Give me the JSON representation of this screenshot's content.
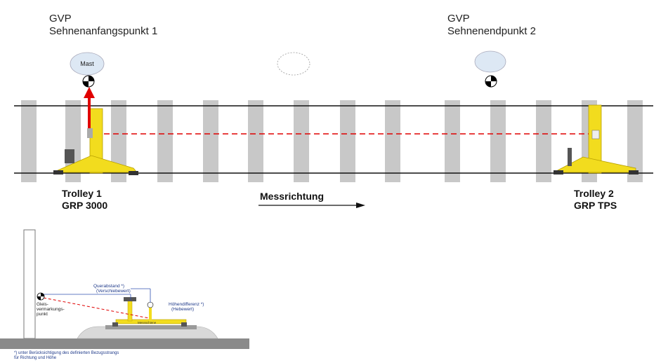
{
  "gvp_start": {
    "line1": "GVP",
    "line2": "Sehnenanfangspunkt 1"
  },
  "gvp_end": {
    "line1": "GVP",
    "line2": "Sehnenendpunkt 2"
  },
  "mast": {
    "label": "Mast"
  },
  "trolley1": {
    "line1": "Trolley 1",
    "line2": "GRP 3000"
  },
  "trolley2": {
    "line1": "Trolley 2",
    "line2": "GRP TPS"
  },
  "direction": {
    "label": "Messrichtung"
  },
  "inset": {
    "querabstand_1": "Querabstand *)",
    "querabstand_2": "(Verschiebewert)",
    "hoehen_1": "Höhendifferenz *)",
    "hoehen_2": "(Hebewert)",
    "gleis_1": "Gleis-",
    "gleis_2": "vermarkungs-",
    "gleis_3": "punkt",
    "gauge_label": "Messschiene",
    "footnote_1": "*) unter Berücksichtigung des definierten Bezugsstrangs",
    "footnote_2": "für Richtung und Höhe"
  },
  "colors": {
    "sleeper": "#c8c8c8",
    "trolley_yellow": "#f2dc1e",
    "arrow_red": "#e00000",
    "circle_fill": "#dde8f4",
    "rail": "#111111"
  }
}
